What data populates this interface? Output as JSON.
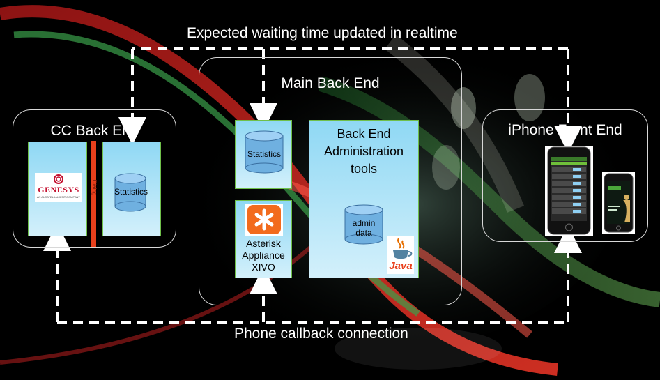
{
  "top_label": "Expected waiting time updated in realtime",
  "bottom_label": "Phone callback connection",
  "cc_back_end": {
    "title": "CC Back End",
    "genesys_logo_text": "GENESYS",
    "genesys_logo_subtext": "AN ALCATEL·LUCENT COMPANY",
    "bar_label": "Dialog",
    "statistics_label": "Statistics"
  },
  "main_back_end": {
    "title": "Main Back End",
    "statistics_label": "Statistics",
    "asterisk_label_1": "Asterisk",
    "asterisk_label_2": "Appliance",
    "asterisk_label_3": "XIVO",
    "admin_title_1": "Back End",
    "admin_title_2": "Administration",
    "admin_title_3": "tools",
    "admin_data_label_1": "admin",
    "admin_data_label_2": "data",
    "java_logo_text": "Java"
  },
  "iphone_front_end": {
    "title": "iPhone Front End"
  },
  "colors": {
    "panel_top": "#8fd8f4",
    "panel_bottom": "#d3f0fb",
    "dialog_bar": "#e8401c",
    "group_border": "#d8d8d8",
    "asterisk_orange": "#f26b1d",
    "genesys_red": "#c41230"
  }
}
